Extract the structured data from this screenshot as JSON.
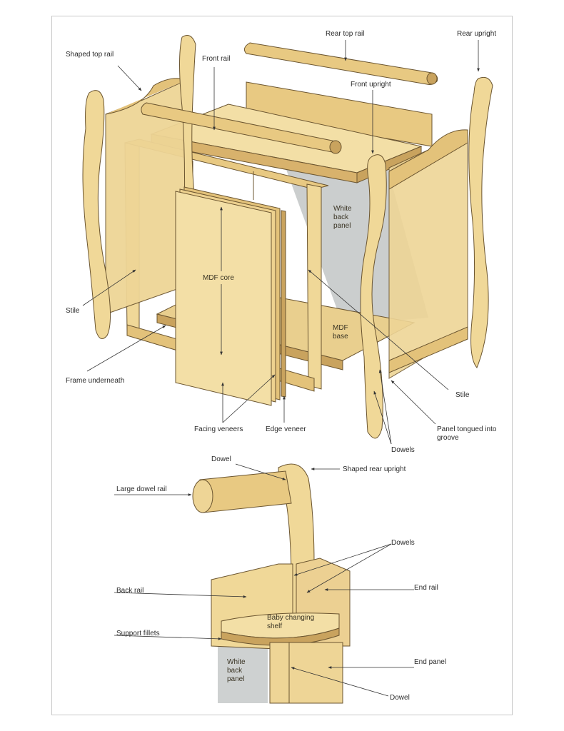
{
  "labels": {
    "shaped_top_rail": "Shaped top rail",
    "front_rail": "Front rail",
    "rear_top_rail": "Rear top rail",
    "rear_upright": "Rear upright",
    "front_upright": "Front upright",
    "white_back_panel": "White back panel",
    "mdf_core": "MDF core",
    "mdf_base": "MDF base",
    "stile_left": "Stile",
    "stile_right": "Stile",
    "frame_underneath": "Frame underneath",
    "facing_veneers": "Facing veneers",
    "edge_veneer": "Edge veneer",
    "panel_tongued": "Panel tongued into groove",
    "dowels_top": "Dowels",
    "dowel_detail": "Dowel",
    "shaped_rear_upright": "Shaped rear upright",
    "large_dowel_rail": "Large dowel rail",
    "dowels_detail": "Dowels",
    "back_rail": "Back rail",
    "end_rail": "End rail",
    "baby_changing_shelf": "Baby changing shelf",
    "support_fillets": "Support fillets",
    "white_back_panel_detail": "White back panel",
    "end_panel": "End panel",
    "dowel_bottom": "Dowel"
  },
  "colors": {
    "wood_light": "#f3dfa6",
    "wood_mid": "#e8c982",
    "wood_dark": "#c9a35e",
    "outline": "#6b5530",
    "grey_panel": "#b9bdbd",
    "leader": "#333333"
  }
}
